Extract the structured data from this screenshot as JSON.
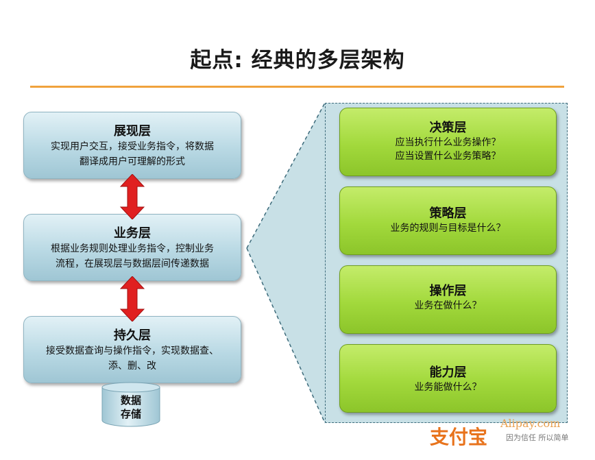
{
  "title": "起点: 经典的多层架构",
  "left_layers": [
    {
      "heading": "展现层",
      "lines": [
        "实现用户交互，接受业务指令，将数据",
        "翻译成用户可理解的形式"
      ]
    },
    {
      "heading": "业务层",
      "lines": [
        "根据业务规则处理业务指令，控制业务",
        "流程，在展现层与数据层间传递数据"
      ]
    },
    {
      "heading": "持久层",
      "lines": [
        "接受数据查询与操作指令，实现数据查、",
        "添、删、改"
      ]
    }
  ],
  "storage": {
    "lines": [
      "数据",
      "存储"
    ]
  },
  "right_layers": [
    {
      "heading": "决策层",
      "lines": [
        "应当执行什么业务操作？",
        "应当设置什么业务策略？"
      ]
    },
    {
      "heading": "策略层",
      "lines": [
        "业务的规则与目标是什么？"
      ]
    },
    {
      "heading": "操作层",
      "lines": [
        "业务在做什么？"
      ]
    },
    {
      "heading": "能力层",
      "lines": [
        "业务能做什么？"
      ]
    }
  ],
  "logo": {
    "mark": "支付宝",
    "url": "Alipay.com",
    "slogan": "因为信任 所以简单"
  },
  "colors": {
    "accent_rule": "#f0a23c",
    "arrow": "#e02020",
    "left_box": "#b9d9e4",
    "right_box": "#a2d93c",
    "callout": "#c8e0e6"
  }
}
